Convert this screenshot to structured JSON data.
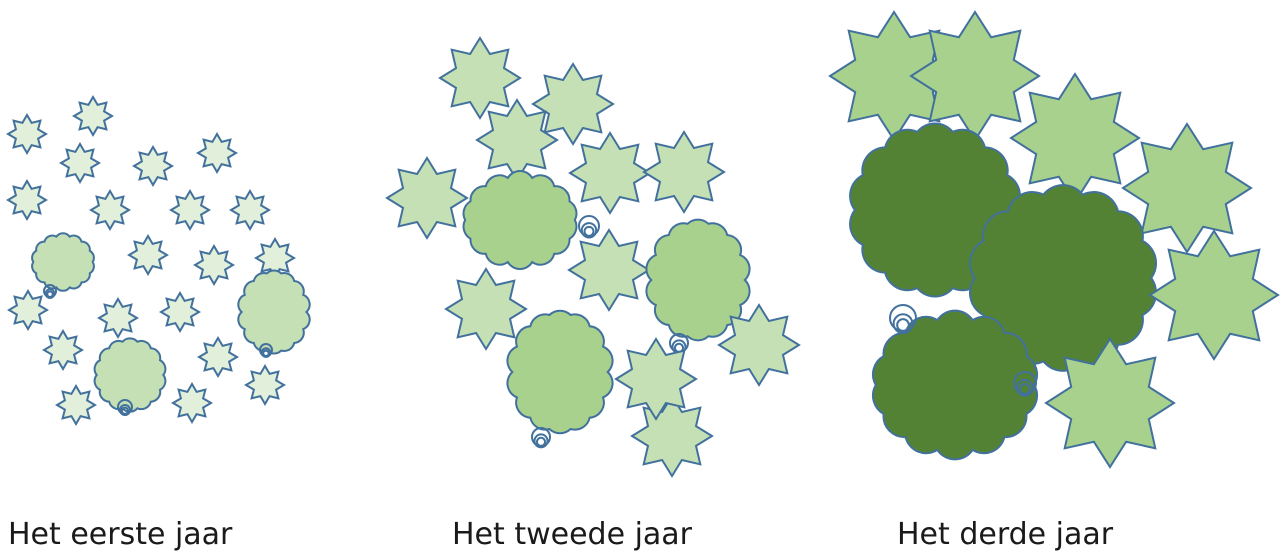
{
  "colors": {
    "outline": "#41719c",
    "star_year1": "#e2efda",
    "star_light": "#c5e0b4",
    "star_mid": "#a9d18e",
    "cloud_year1": "#c5e0b4",
    "cloud_year2": "#a9d18e",
    "cloud_year3": "#548235"
  },
  "panels": [
    {
      "caption": "Het eerste jaar",
      "star_icon": "small-star-icon",
      "cloud_icon": "cloud-icon"
    },
    {
      "caption": "Het tweede jaar",
      "star_icon": "medium-star-icon",
      "cloud_icon": "cloud-icon"
    },
    {
      "caption": "Het derde jaar",
      "star_icon": "large-star-icon",
      "cloud_icon": "cloud-icon"
    }
  ]
}
